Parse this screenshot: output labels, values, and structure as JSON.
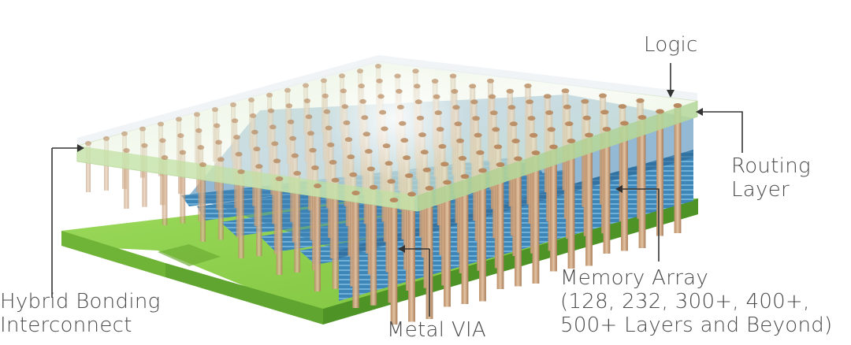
{
  "labels": {
    "logic": "Logic",
    "routing_line1": "Routing",
    "routing_line2": "Layer",
    "memory_line1": "Memory Array",
    "memory_line2": "(128, 232, 300+, 400+,",
    "memory_line3": "500+ Layers and Beyond)",
    "hybrid_line1": "Hybrid Bonding",
    "hybrid_line2": "Interconnect",
    "metal_via": "Metal VIA"
  },
  "colors": {
    "substrate_top": "#8fd14f",
    "substrate_side": "#5fa52f",
    "memory_top": "#3f86b8",
    "memory_side": "#2f6e9e",
    "pillar": "#c9a27e",
    "routing_glass": "#cfe8b8",
    "logic_glass": "#e6eef2",
    "label_text": "#4a4a4a"
  }
}
